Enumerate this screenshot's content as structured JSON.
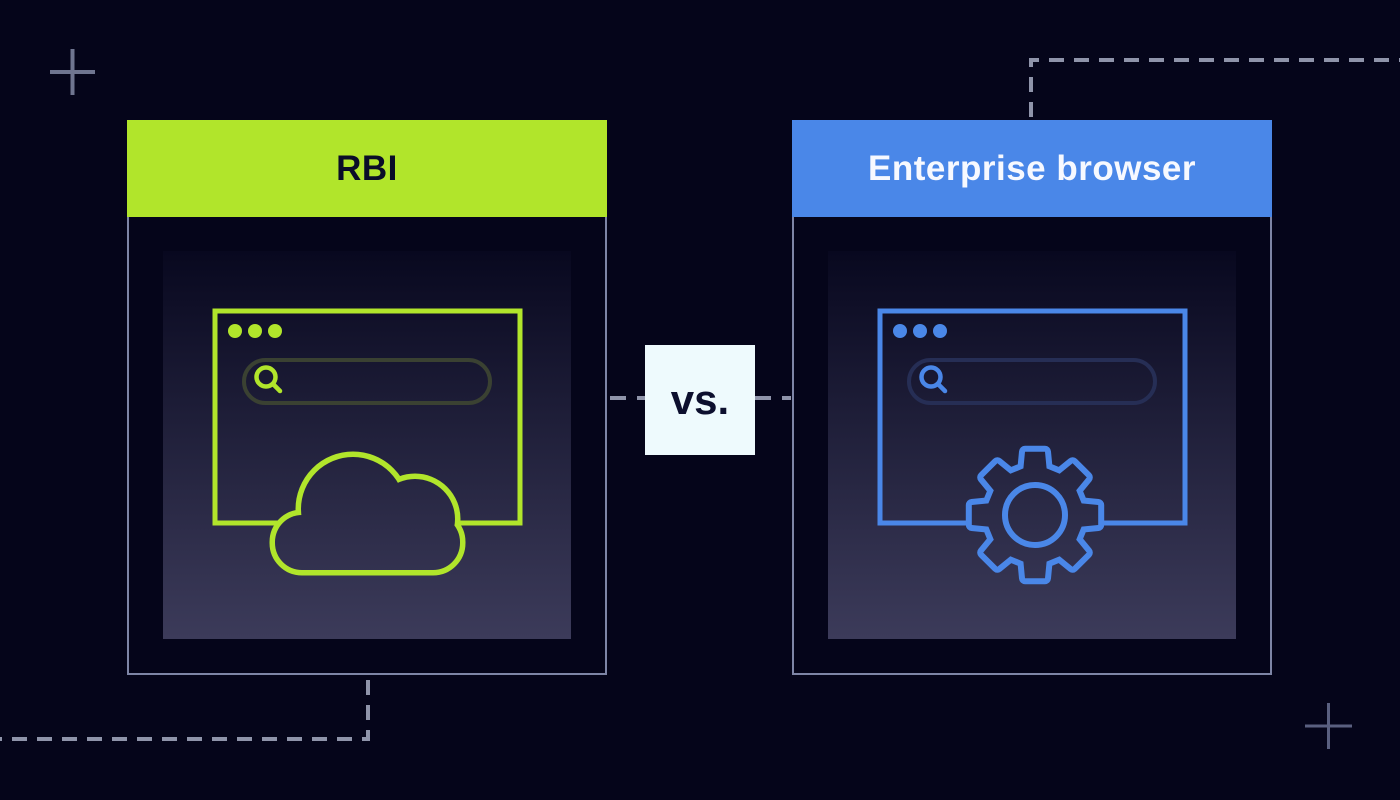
{
  "colors": {
    "bg": "#05051a",
    "green": "#b1e52b",
    "blue": "#4a87e8",
    "slate": "#7e85a6",
    "dash": "#8f94aa",
    "plus_top": "#6f7590",
    "plus_bottom": "#5a6080",
    "panel_top": "#08081f",
    "panel_bottom": "#3c3b5a",
    "pill_green": "#3a4132",
    "pill_blue": "#262e55",
    "vs_bg": "#eefafd",
    "vs_text": "#0c0f2e",
    "header_dark_text": "#0a0d28",
    "header_light_text": "#f7f9ff"
  },
  "left_card": {
    "title": "RBI",
    "icons": [
      "window-controls-dots-icon",
      "search-icon",
      "cloud-icon"
    ]
  },
  "right_card": {
    "title": "Enterprise browser",
    "icons": [
      "window-controls-dots-icon",
      "search-icon",
      "gear-icon"
    ]
  },
  "divider": {
    "label": "vs."
  },
  "decorations": {
    "icons": [
      "plus-icon",
      "plus-icon",
      "dashed-connector-line",
      "dashed-corner-line",
      "dashed-corner-line"
    ]
  }
}
